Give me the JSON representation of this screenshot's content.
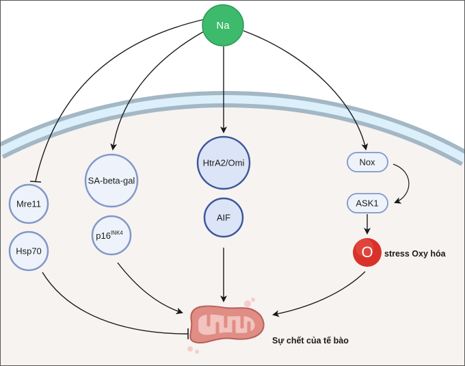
{
  "nodes": {
    "na": "Na",
    "mre11": "Mre11",
    "hsp70": "Hsp70",
    "sa_beta_gal": "SA-beta-gal",
    "p16": "p16",
    "p16_sup": "INK4",
    "htra2": "HtrA2/Omi",
    "aif": "AIF",
    "nox": "Nox",
    "ask1": "ASK1",
    "oxygen": "O"
  },
  "labels": {
    "oxidative_stress": "stress Oxy hóa",
    "cell_death": "Sự chết của tế bào"
  },
  "colors": {
    "na_fill": "#3dba6b",
    "node_fill": "#eef2fa",
    "node_stroke": "#8197c6",
    "htra2_fill": "#dce5f7",
    "htra2_stroke": "#3e569a",
    "oxygen_fill": "#d9322a",
    "cytoplasm": "#f6f3f1",
    "membrane": "#a3b7c4",
    "membrane_inner": "#dcf0fb",
    "mito": "#e08d86"
  }
}
